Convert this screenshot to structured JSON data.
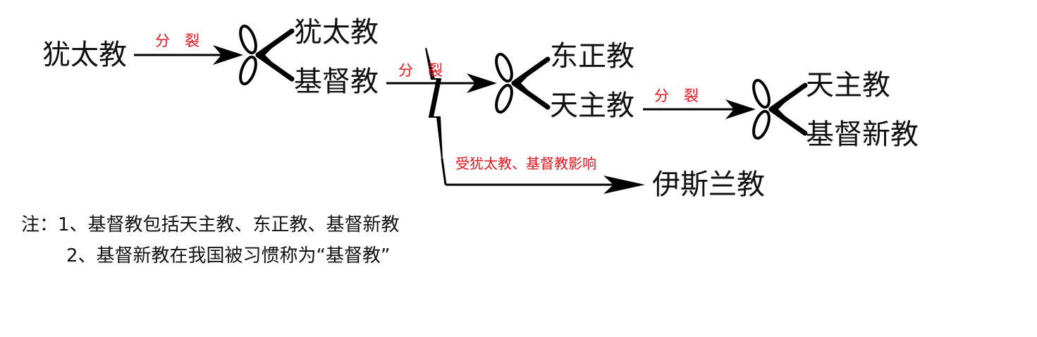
{
  "nodes": {
    "judaism_root": "犹太教",
    "judaism": "犹太教",
    "christianity": "基督教",
    "orthodox": "东正教",
    "catholic_1": "天主教",
    "catholic_2": "天主教",
    "protestant": "基督新教",
    "islam": "伊斯兰教"
  },
  "edge_labels": {
    "split_1": "分　裂",
    "split_2": "分　裂",
    "split_3": "分　裂",
    "influence": "受犹太教、基督教影响"
  },
  "notes": {
    "line_1": "注：1、基督教包括天主教、东正教、基督新教",
    "line_2": "2、基督新教在我国被习惯称为“基督教”"
  },
  "icons": [
    "scissors-icon",
    "scissors-icon",
    "scissors-icon"
  ],
  "colors": {
    "text": "#111111",
    "label": "#e8141e",
    "line": "#000000"
  }
}
